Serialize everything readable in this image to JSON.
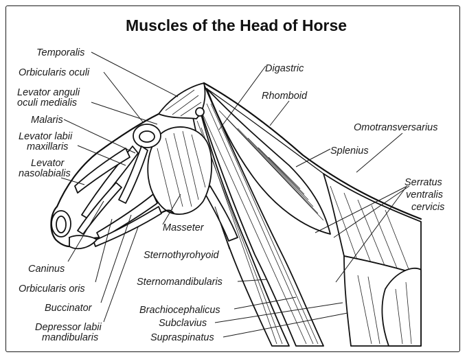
{
  "title": "Muscles of the Head of Horse",
  "labels": {
    "temporalis": "Temporalis",
    "orbicularis_oculi": "Orbicularis oculi",
    "levator_anguli_1": "Levator anguli",
    "levator_anguli_2": "oculi medialis",
    "malaris": "Malaris",
    "levator_labii_max_1": "Levator labii",
    "levator_labii_max_2": "maxillaris",
    "levator_naso_1": "Levator",
    "levator_naso_2": "nasolabialis",
    "caninus": "Caninus",
    "orbicularis_oris": "Orbicularis oris",
    "buccinator": "Buccinator",
    "depressor_1": "Depressor labii",
    "depressor_2": "mandibularis",
    "digastric": "Digastric",
    "rhomboid": "Rhomboid",
    "omotransversarius": "Omotransversarius",
    "splenius": "Splenius",
    "serratus_1": "Serratus",
    "serratus_2": "ventralis",
    "serratus_3": "cervicis",
    "masseter": "Masseter",
    "sternothyrohyoid": "Sternothyrohyoid",
    "sternomandibularis": "Sternomandibularis",
    "brachiocephalicus": "Brachiocephalicus",
    "subclavius": "Subclavius",
    "supraspinatus": "Supraspinatus"
  }
}
